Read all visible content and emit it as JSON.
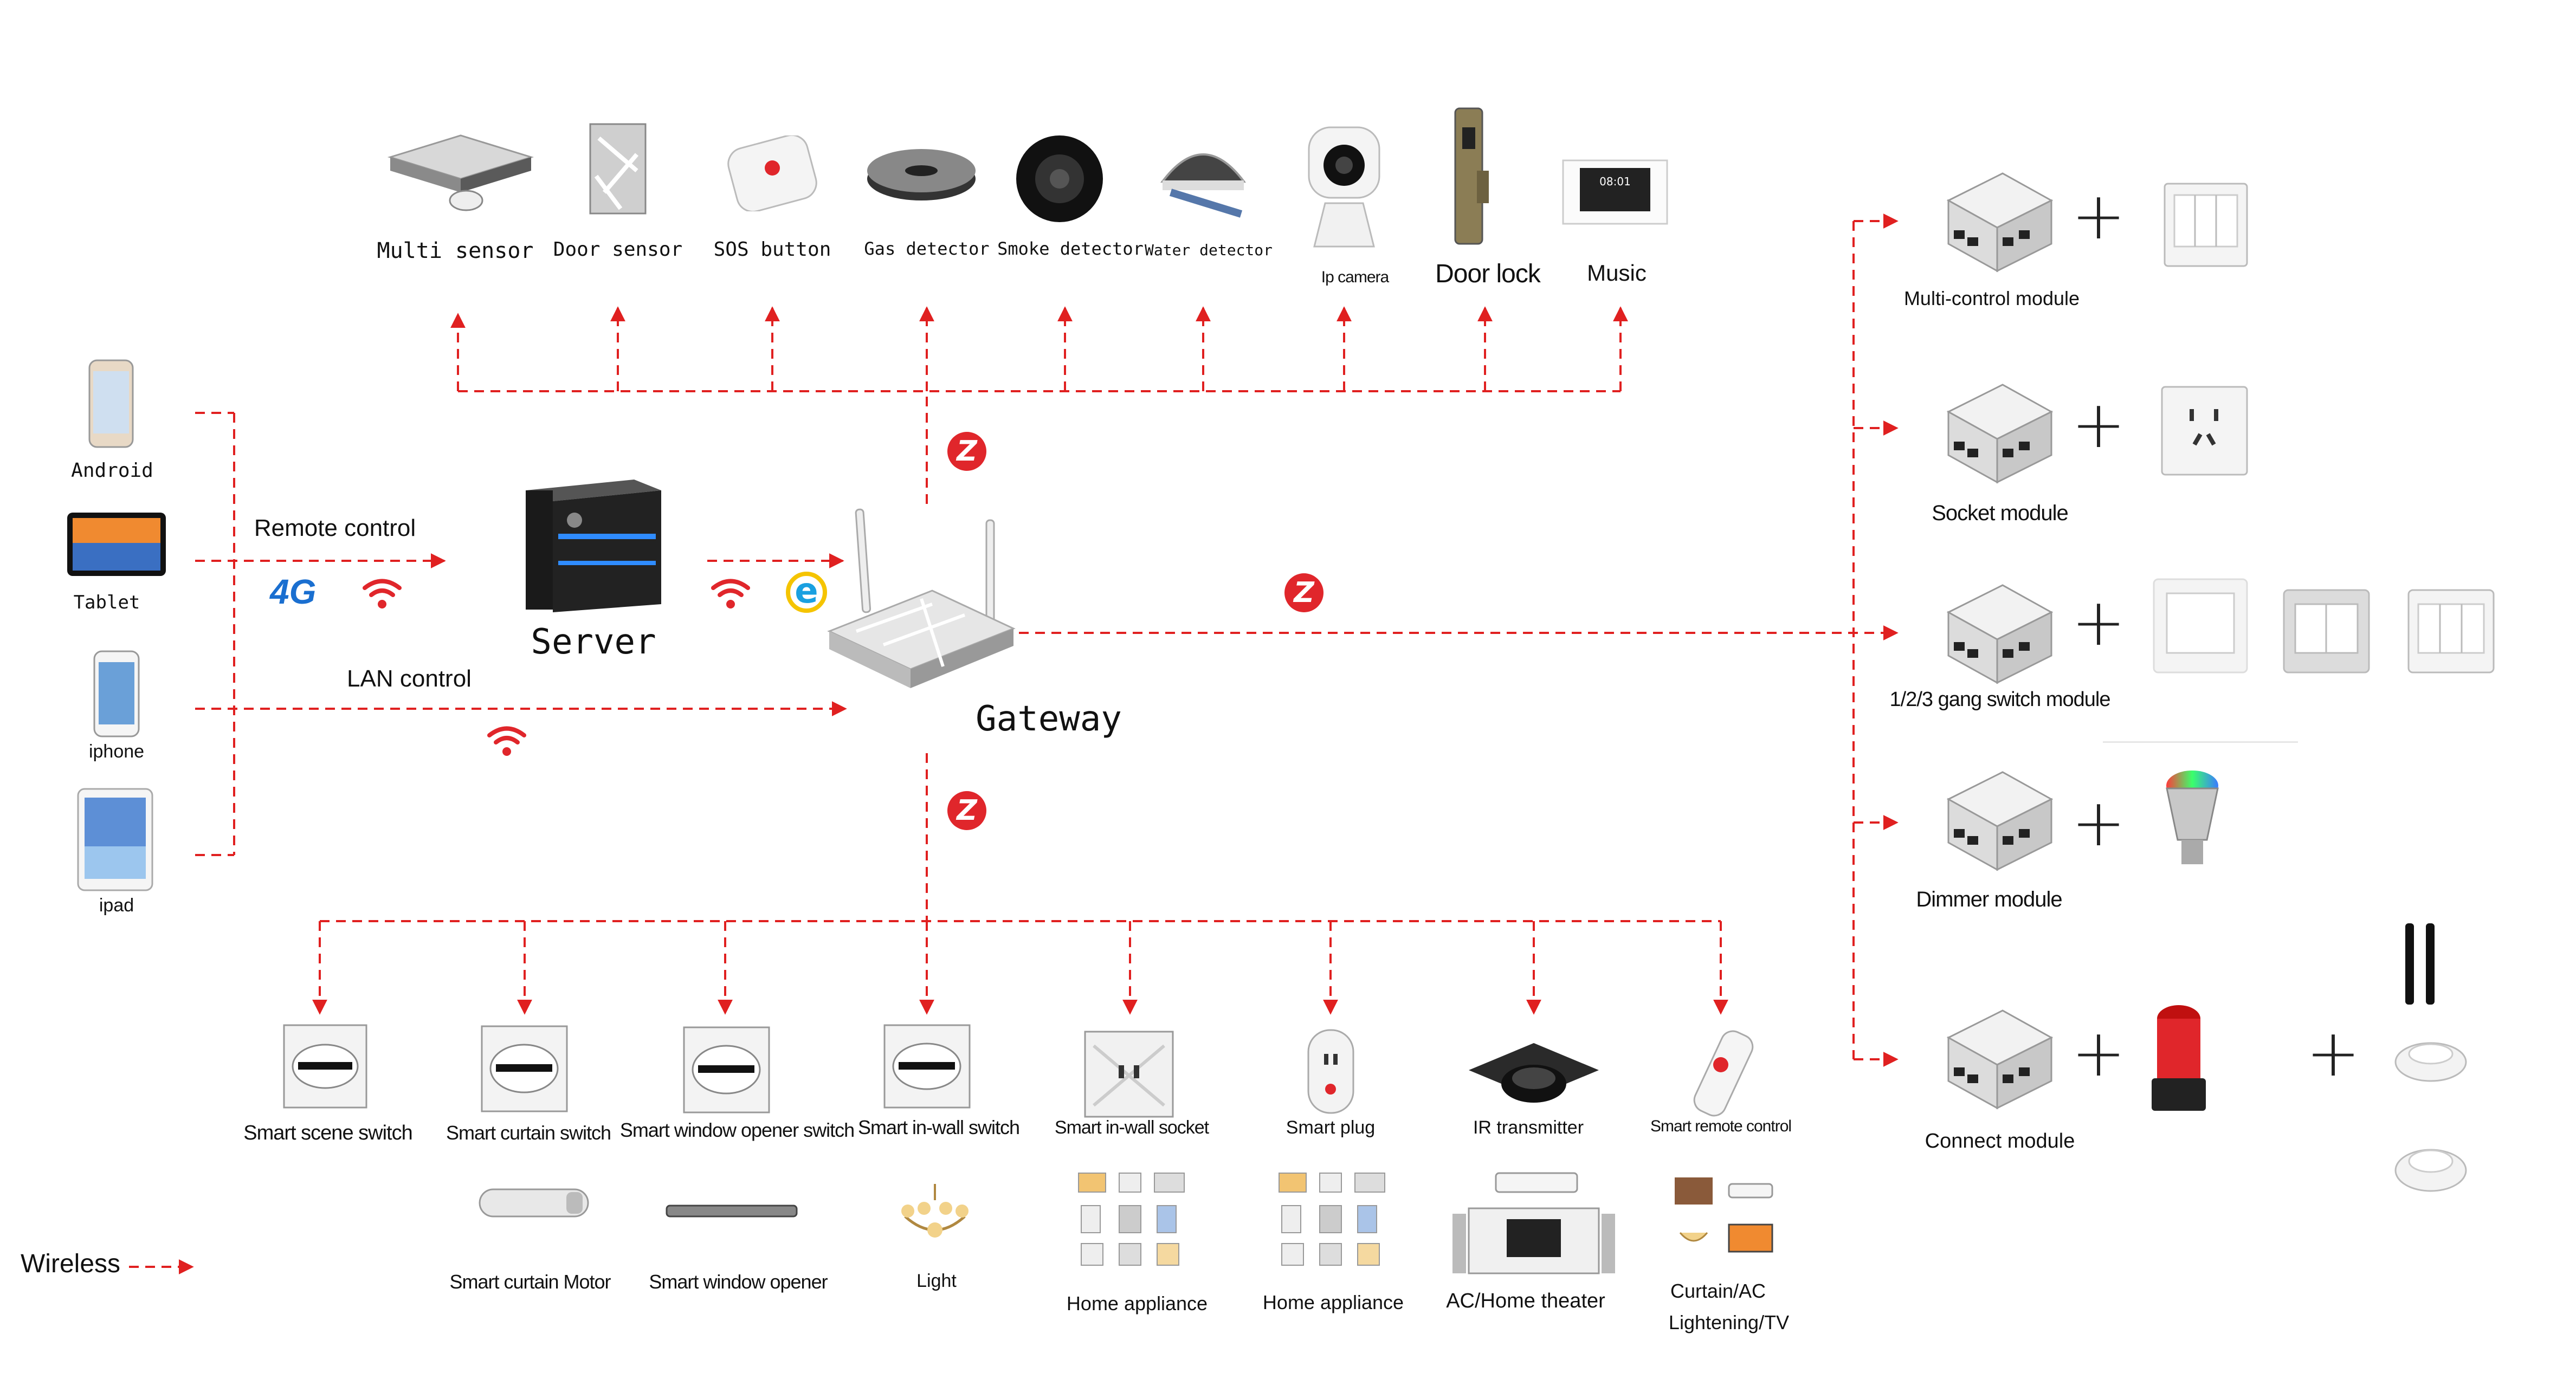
{
  "colors": {
    "wire": "#e02020",
    "accent_red": "#e0262b",
    "ie_blue": "#1aa0e0"
  },
  "top_devices": [
    {
      "label": "Multi sensor",
      "icon": "multi-sensor-icon"
    },
    {
      "label": "Door sensor",
      "icon": "door-sensor-icon"
    },
    {
      "label": "SOS button",
      "icon": "sos-button-icon"
    },
    {
      "label": "Gas detector",
      "icon": "gas-detector-icon"
    },
    {
      "label": "Smoke detector",
      "icon": "smoke-detector-icon"
    },
    {
      "label": "Water detector",
      "icon": "water-detector-icon"
    },
    {
      "label": "Ip camera",
      "icon": "ip-camera-icon"
    },
    {
      "label": "Door lock",
      "icon": "door-lock-icon"
    },
    {
      "label": "Music",
      "icon": "music-panel-icon"
    }
  ],
  "clients": [
    {
      "label": "Android",
      "icon": "android-phone-icon"
    },
    {
      "label": "Tablet",
      "icon": "tablet-icon"
    },
    {
      "label": "iphone",
      "icon": "iphone-icon"
    },
    {
      "label": "ipad",
      "icon": "ipad-icon"
    }
  ],
  "center": {
    "remote_control": "Remote control",
    "lan_control": "LAN control",
    "server": "Server",
    "gateway": "Gateway",
    "badge_4g": "4G",
    "zigbee_letter": "Z",
    "ie_letter": "e"
  },
  "bottom_devices": [
    {
      "label": "Smart scene switch",
      "sub": ""
    },
    {
      "label": "Smart curtain switch",
      "sub": "Smart curtain Motor"
    },
    {
      "label": "Smart window opener switch",
      "sub": "Smart window opener"
    },
    {
      "label": "Smart in-wall switch",
      "sub": "Light"
    },
    {
      "label": "Smart in-wall socket",
      "sub": "Home appliance"
    },
    {
      "label": "Smart plug",
      "sub": "Home appliance"
    },
    {
      "label": "IR transmitter",
      "sub": "AC/Home theater"
    },
    {
      "label": "Smart remote control",
      "sub": "Curtain/AC",
      "sub2": "Lightening/TV"
    }
  ],
  "modules": [
    {
      "label": "Multi-control module"
    },
    {
      "label": "Socket module"
    },
    {
      "label": "1/2/3 gang switch module"
    },
    {
      "label": "Dimmer module"
    },
    {
      "label": "Connect module"
    }
  ],
  "legend": {
    "label": "Wireless"
  }
}
